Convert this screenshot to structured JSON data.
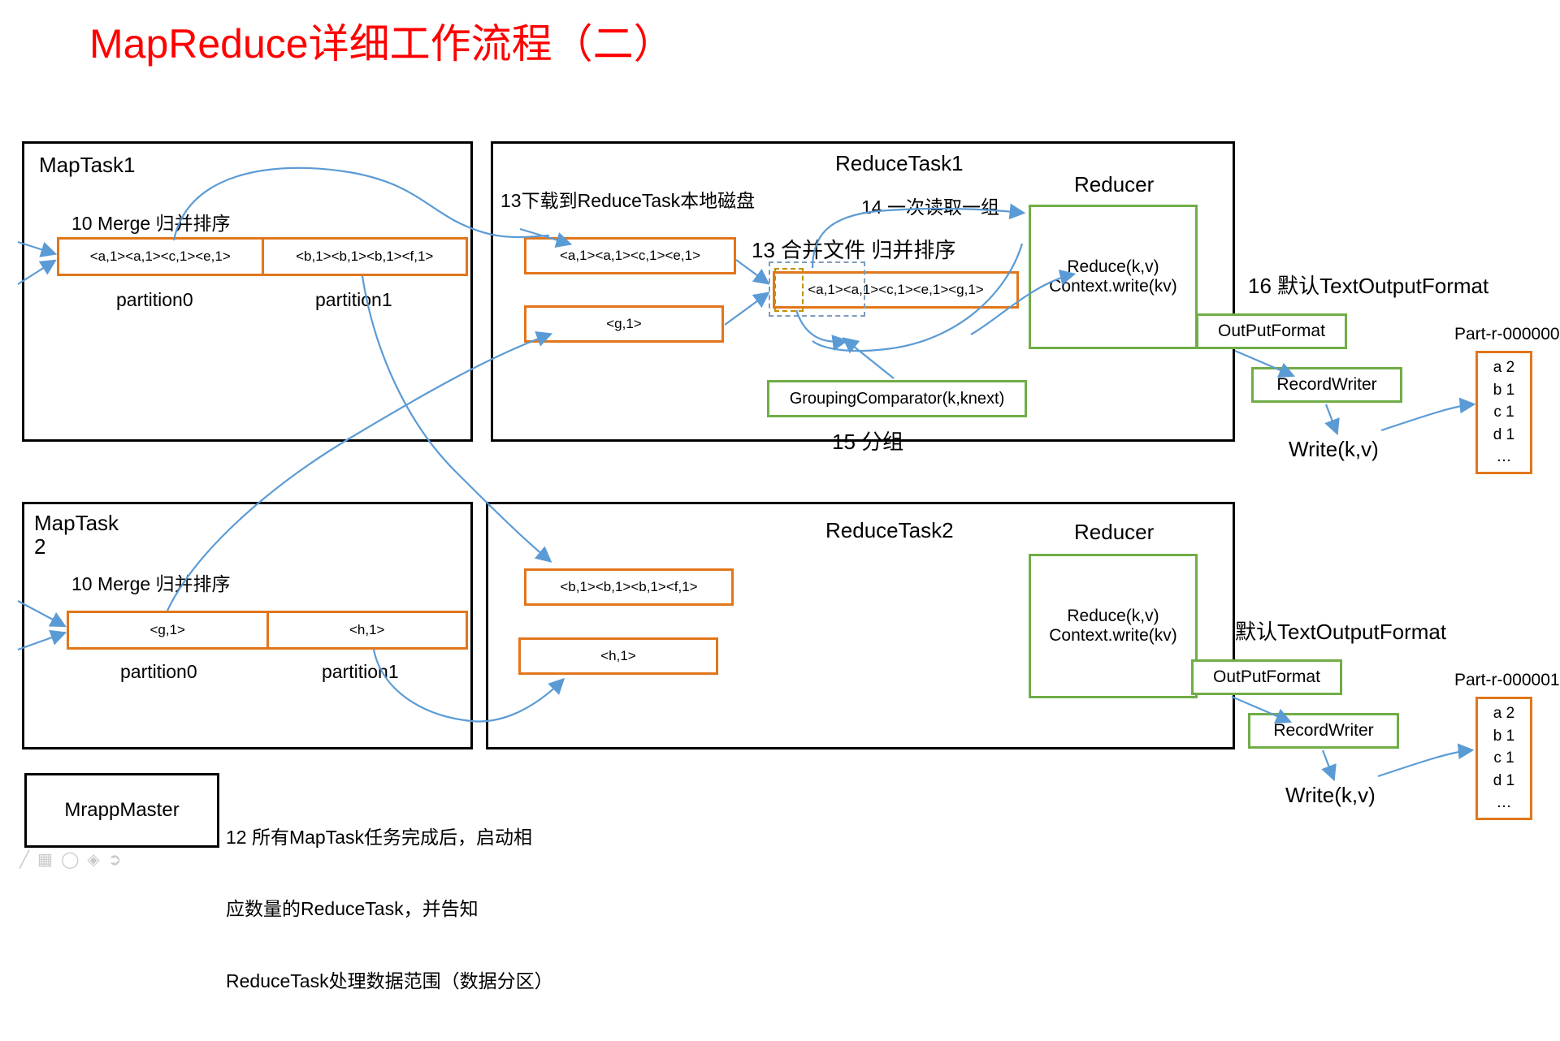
{
  "title": "MapReduce详细工作流程（二）",
  "map_task_1": {
    "name": "MapTask1",
    "merge_label": "10 Merge 归并排序",
    "partitions": [
      {
        "data": "<a,1><a,1><c,1><e,1>",
        "label": "partition0"
      },
      {
        "data": "<b,1><b,1><b,1><f,1>",
        "label": "partition1"
      }
    ]
  },
  "map_task_2": {
    "name_line1": "MapTask",
    "name_line2": "2",
    "merge_label": "10 Merge 归并排序",
    "partitions": [
      {
        "data": "<g,1>",
        "label": "partition0"
      },
      {
        "data": "<h,1>",
        "label": "partition1"
      }
    ]
  },
  "reduce_task_1": {
    "name": "ReduceTask1",
    "download_label": "13下载到ReduceTask本地磁盘",
    "read_group_label": "14 一次读取一组",
    "merge_files_label": "13 合并文件 归并排序",
    "grouping_label": "15 分组",
    "fetched": [
      {
        "data": "<a,1><a,1><c,1><e,1>"
      },
      {
        "data": "<g,1>"
      }
    ],
    "merged": {
      "data": "<a,1><a,1><c,1><e,1><g,1>"
    },
    "grouping_comparator": "GroupingComparator(k,knext)",
    "reducer": {
      "title": "Reducer",
      "line1": "Reduce(k,v)",
      "line2": "Context.write(kv)"
    },
    "output": {
      "format_label": "16 默认TextOutputFormat",
      "output_format": "OutPutFormat",
      "record_writer": "RecordWriter",
      "write_label": "Write(k,v)",
      "part_name": "Part-r-000000",
      "part_rows": [
        "a 2",
        "b 1",
        "c 1",
        "d 1",
        "…"
      ]
    }
  },
  "reduce_task_2": {
    "name": "ReduceTask2",
    "fetched": [
      {
        "data": "<b,1><b,1><b,1><f,1>"
      },
      {
        "data": "<h,1>"
      }
    ],
    "reducer": {
      "title": "Reducer",
      "line1": "Reduce(k,v)",
      "line2": "Context.write(kv)"
    },
    "output": {
      "format_label": "默认TextOutputFormat",
      "output_format": "OutPutFormat",
      "record_writer": "RecordWriter",
      "write_label": "Write(k,v)",
      "part_name": "Part-r-000001",
      "part_rows": [
        "a 2",
        "b 1",
        "c 1",
        "d 1",
        "…"
      ]
    }
  },
  "master": {
    "box_label": "MrappMaster",
    "note_line1": "12 所有MapTask任务完成后，启动相",
    "note_line2": "应数量的ReduceTask，并告知",
    "note_line3": "ReduceTask处理数据范围（数据分区）"
  },
  "colors": {
    "title_red": "#ff0000",
    "orange": "#e2761b",
    "green": "#70ad47",
    "arrow_blue": "#5b9bd5",
    "black": "#000000",
    "gold_dash": "#bf9000",
    "gray_dash": "#7f9db9"
  }
}
